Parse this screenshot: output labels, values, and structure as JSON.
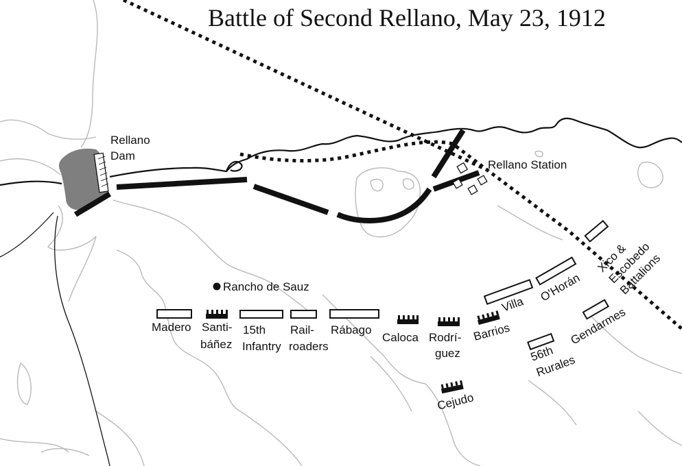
{
  "title": "Battle of Second Rellano, May 23, 1912",
  "places": {
    "dam": [
      "Rellano",
      "Dam"
    ],
    "station": "Rellano Station",
    "rancho": "Rancho de Sauz"
  },
  "units": {
    "madero": [
      "Madero"
    ],
    "santibanez": [
      "Santi-",
      "báñez"
    ],
    "infantry15": [
      "15th",
      "Infantry"
    ],
    "railroaders": [
      "Rail-",
      "roaders"
    ],
    "rabago": [
      "Rábago"
    ],
    "caloca": [
      "Caloca"
    ],
    "rodriguez": [
      "Rodrí-",
      "guez"
    ],
    "barrios": [
      "Barrios"
    ],
    "cejudo": [
      "Cejudo"
    ],
    "villa": [
      "Villa"
    ],
    "ohoran": [
      "O'Horán"
    ],
    "xico": [
      "Xico &",
      "Escobedo",
      "Battalions"
    ],
    "gendarmes": [
      "Gendarmes"
    ],
    "rurales56": [
      "56th",
      "Rurales"
    ]
  },
  "colors": {
    "lake": "#7f7f7f",
    "contour": "#b9b9b9",
    "ink": "#111111"
  }
}
